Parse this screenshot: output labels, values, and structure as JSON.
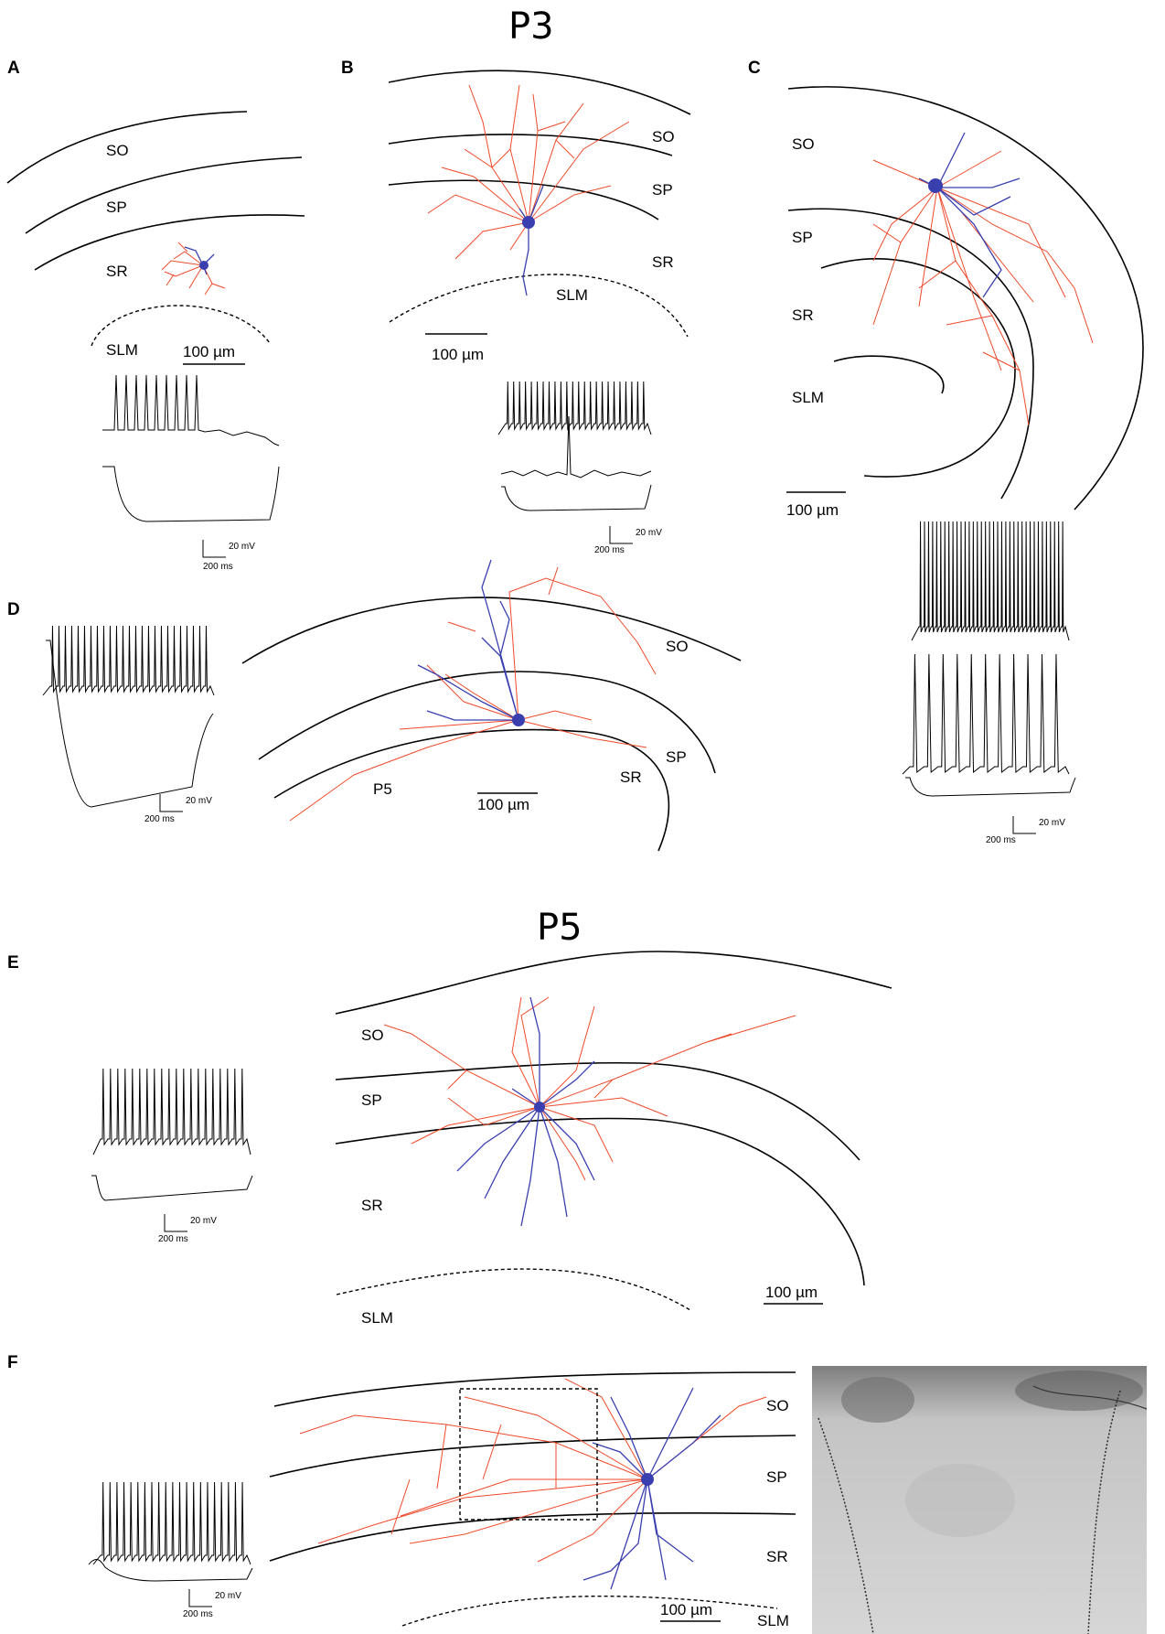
{
  "figure": {
    "headings": {
      "p3": "P3",
      "p5": "P5"
    },
    "panels": [
      "A",
      "B",
      "C",
      "D",
      "E",
      "F"
    ],
    "layers": {
      "so": "SO",
      "sp": "SP",
      "sr": "SR",
      "slm": "SLM"
    },
    "age_label_d": "P5",
    "scale_bar_morph": "100 µm",
    "scale_bar_voltage": "20 mV",
    "scale_bar_time": "200 ms",
    "colors": {
      "axon": "#f04a2a",
      "dendrite": "#3a3fb0",
      "boundary": "#000000"
    }
  }
}
